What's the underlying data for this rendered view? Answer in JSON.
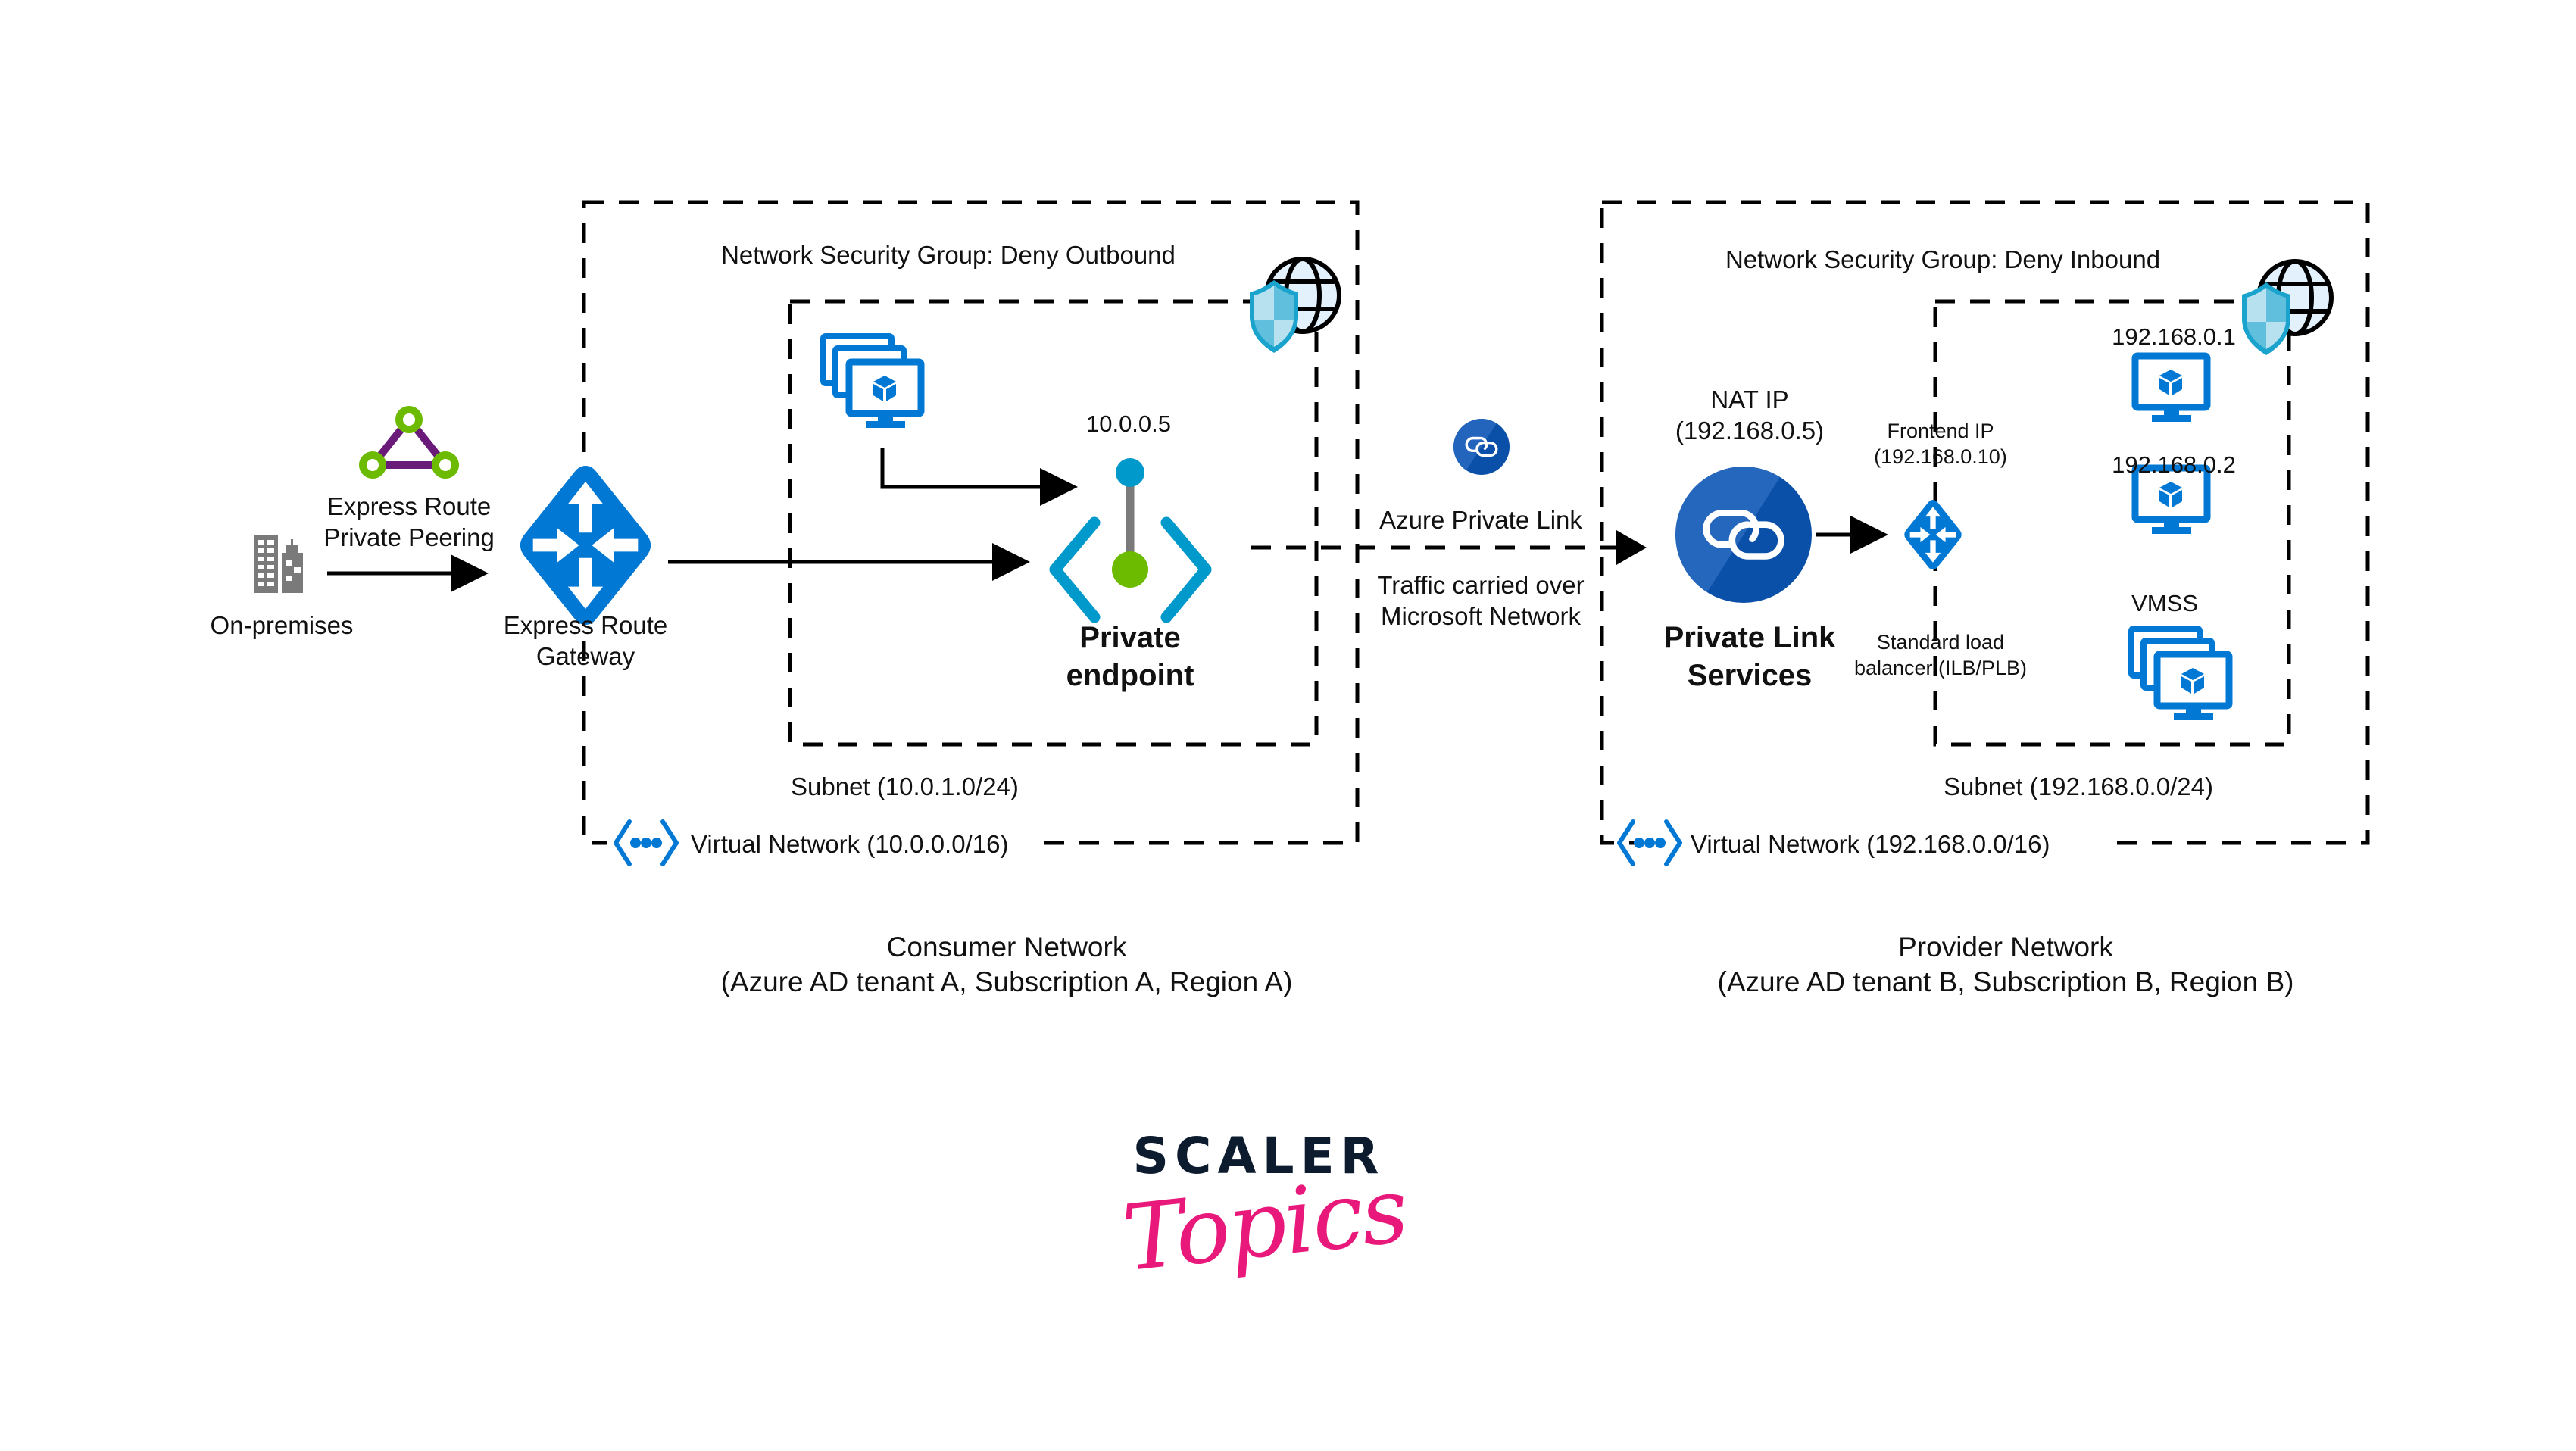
{
  "colors": {
    "azure_blue": "#0078d4",
    "private_link_blue": "#0a4fa8",
    "endpoint_cyan": "#0099cc",
    "endpoint_green": "#6cbb00",
    "peering_purple": "#6a1b7a",
    "peering_green": "#6cbb00",
    "building_gray": "#7a7a7a",
    "shield_cyan": "#1aa3cc",
    "globe_fill": "#e3f1fd",
    "scaler_navy": "#0d1b2e",
    "topics_pink": "#e8197b"
  },
  "left": {
    "on_premises": {
      "label": "On-premises",
      "icon": "building-icon"
    },
    "peering": {
      "line1": "Express Route",
      "line2": "Private Peering",
      "icon": "express-route-peering-icon"
    },
    "gateway": {
      "line1": "Express Route",
      "line2": "Gateway",
      "icon": "gateway-router-icon"
    }
  },
  "consumer": {
    "nsg_label": "Network Security Group: Deny Outbound",
    "subnet_label": "Subnet (10.0.1.0/24)",
    "vnet_label": "Virtual Network (10.0.0.0/16)",
    "endpoint_ip": "10.0.0.5",
    "endpoint_line1": "Private",
    "endpoint_line2": "endpoint",
    "title": "Consumer Network",
    "subtitle": "(Azure AD tenant A, Subscription A, Region A)"
  },
  "link": {
    "label": "Azure Private Link",
    "note_line1": "Traffic carried over",
    "note_line2": "Microsoft Network"
  },
  "provider": {
    "nsg_label": "Network Security Group: Deny Inbound",
    "nat_line1": "NAT IP",
    "nat_line2": "(192.168.0.5)",
    "pls_line1": "Private Link",
    "pls_line2": "Services",
    "frontend_line1": "Frontend IP",
    "frontend_line2": "(192.168.0.10)",
    "lb_line1": "Standard load",
    "lb_line2": "balancer (ILB/PLB)",
    "vm1_ip": "192.168.0.1",
    "vm2_ip": "192.168.0.2",
    "vmss_label": "VMSS",
    "subnet_label": "Subnet (192.168.0.0/24)",
    "vnet_label": "Virtual Network (192.168.0.0/16)",
    "title": "Provider Network",
    "subtitle": "(Azure AD tenant B, Subscription B, Region B)"
  },
  "logo": {
    "line1": "SCALER",
    "line2": "Topics"
  }
}
